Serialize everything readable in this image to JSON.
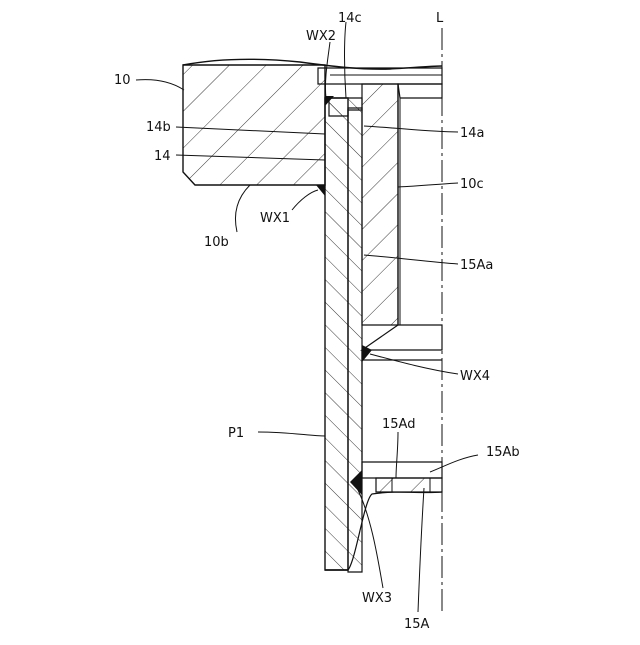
{
  "diagram": {
    "labels": {
      "L": "L",
      "c14c": "14c",
      "WX2": "WX2",
      "c10": "10",
      "c14b": "14b",
      "c14a": "14a",
      "c14": "14",
      "c10c": "10c",
      "WX1": "WX1",
      "c10b": "10b",
      "c15Aa": "15Aa",
      "WX4": "WX4",
      "P1": "P1",
      "c15Ad": "15Ad",
      "c15Ab": "15Ab",
      "WX3": "WX3",
      "c15A": "15A"
    },
    "colors": {
      "line": "#111111",
      "background": "#ffffff"
    }
  }
}
